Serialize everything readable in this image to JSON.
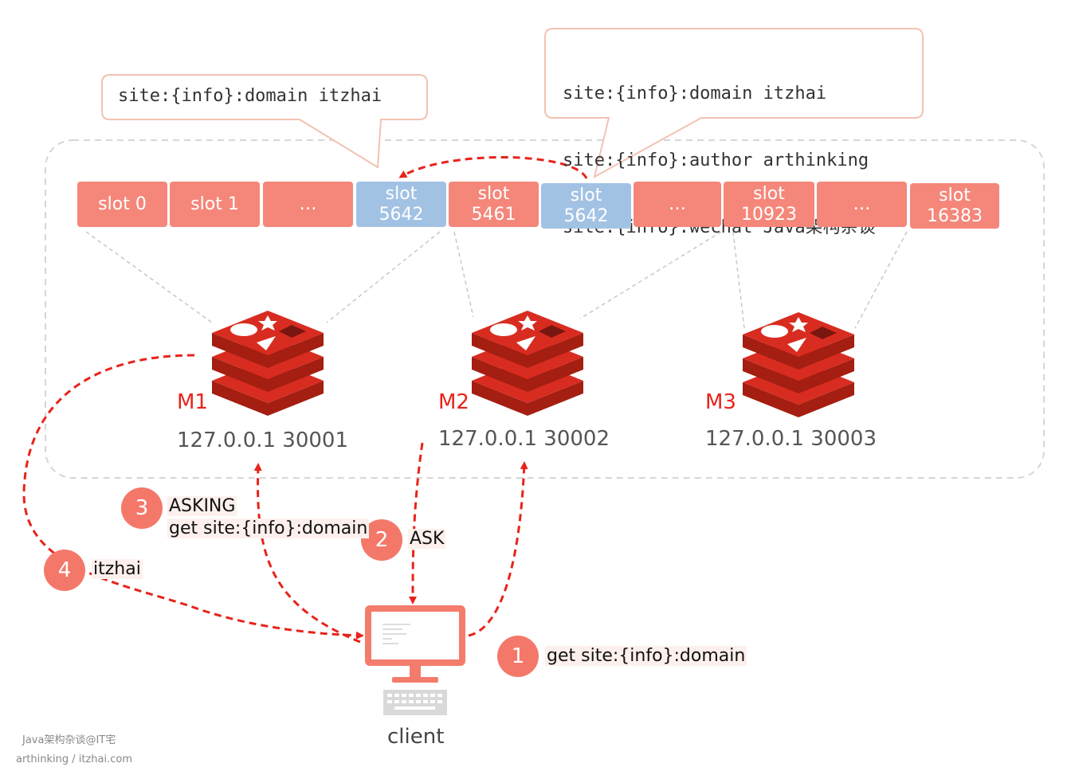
{
  "bubbles": {
    "left": [
      "site:{info}:domain itzhai"
    ],
    "right": [
      "site:{info}:domain itzhai",
      "site:{info}:author arthinking",
      "site:{info}:wechat Java架构杂谈"
    ]
  },
  "slots": [
    {
      "l1": "slot 0",
      "l2": ""
    },
    {
      "l1": "slot 1",
      "l2": ""
    },
    {
      "l1": "…",
      "l2": ""
    },
    {
      "l1": "slot",
      "l2": "5642"
    },
    {
      "l1": "slot",
      "l2": "5461"
    },
    {
      "l1": "slot",
      "l2": "5642"
    },
    {
      "l1": "…",
      "l2": ""
    },
    {
      "l1": "slot",
      "l2": "10923"
    },
    {
      "l1": "…",
      "l2": ""
    },
    {
      "l1": "slot",
      "l2": "16383"
    }
  ],
  "nodes": [
    {
      "name": "M1",
      "addr": "127.0.0.1 30001"
    },
    {
      "name": "M2",
      "addr": "127.0.0.1 30002"
    },
    {
      "name": "M3",
      "addr": "127.0.0.1 30003"
    }
  ],
  "steps": [
    {
      "num": "1",
      "lines": [
        "get site:{info}:domain"
      ]
    },
    {
      "num": "2",
      "lines": [
        "ASK"
      ]
    },
    {
      "num": "3",
      "lines": [
        "ASKING",
        "get site:{info}:domain"
      ]
    },
    {
      "num": "4",
      "lines": [
        "itzhai"
      ]
    }
  ],
  "client": {
    "label": "client"
  },
  "watermark": {
    "line1": "Java架构杂谈@IT宅",
    "line2": "arthinking / itzhai.com"
  },
  "colors": {
    "slot_red": "#f4877a",
    "slot_blue": "#a2c2e4",
    "arrow": "#e8231a",
    "redis": "#d82c20"
  }
}
